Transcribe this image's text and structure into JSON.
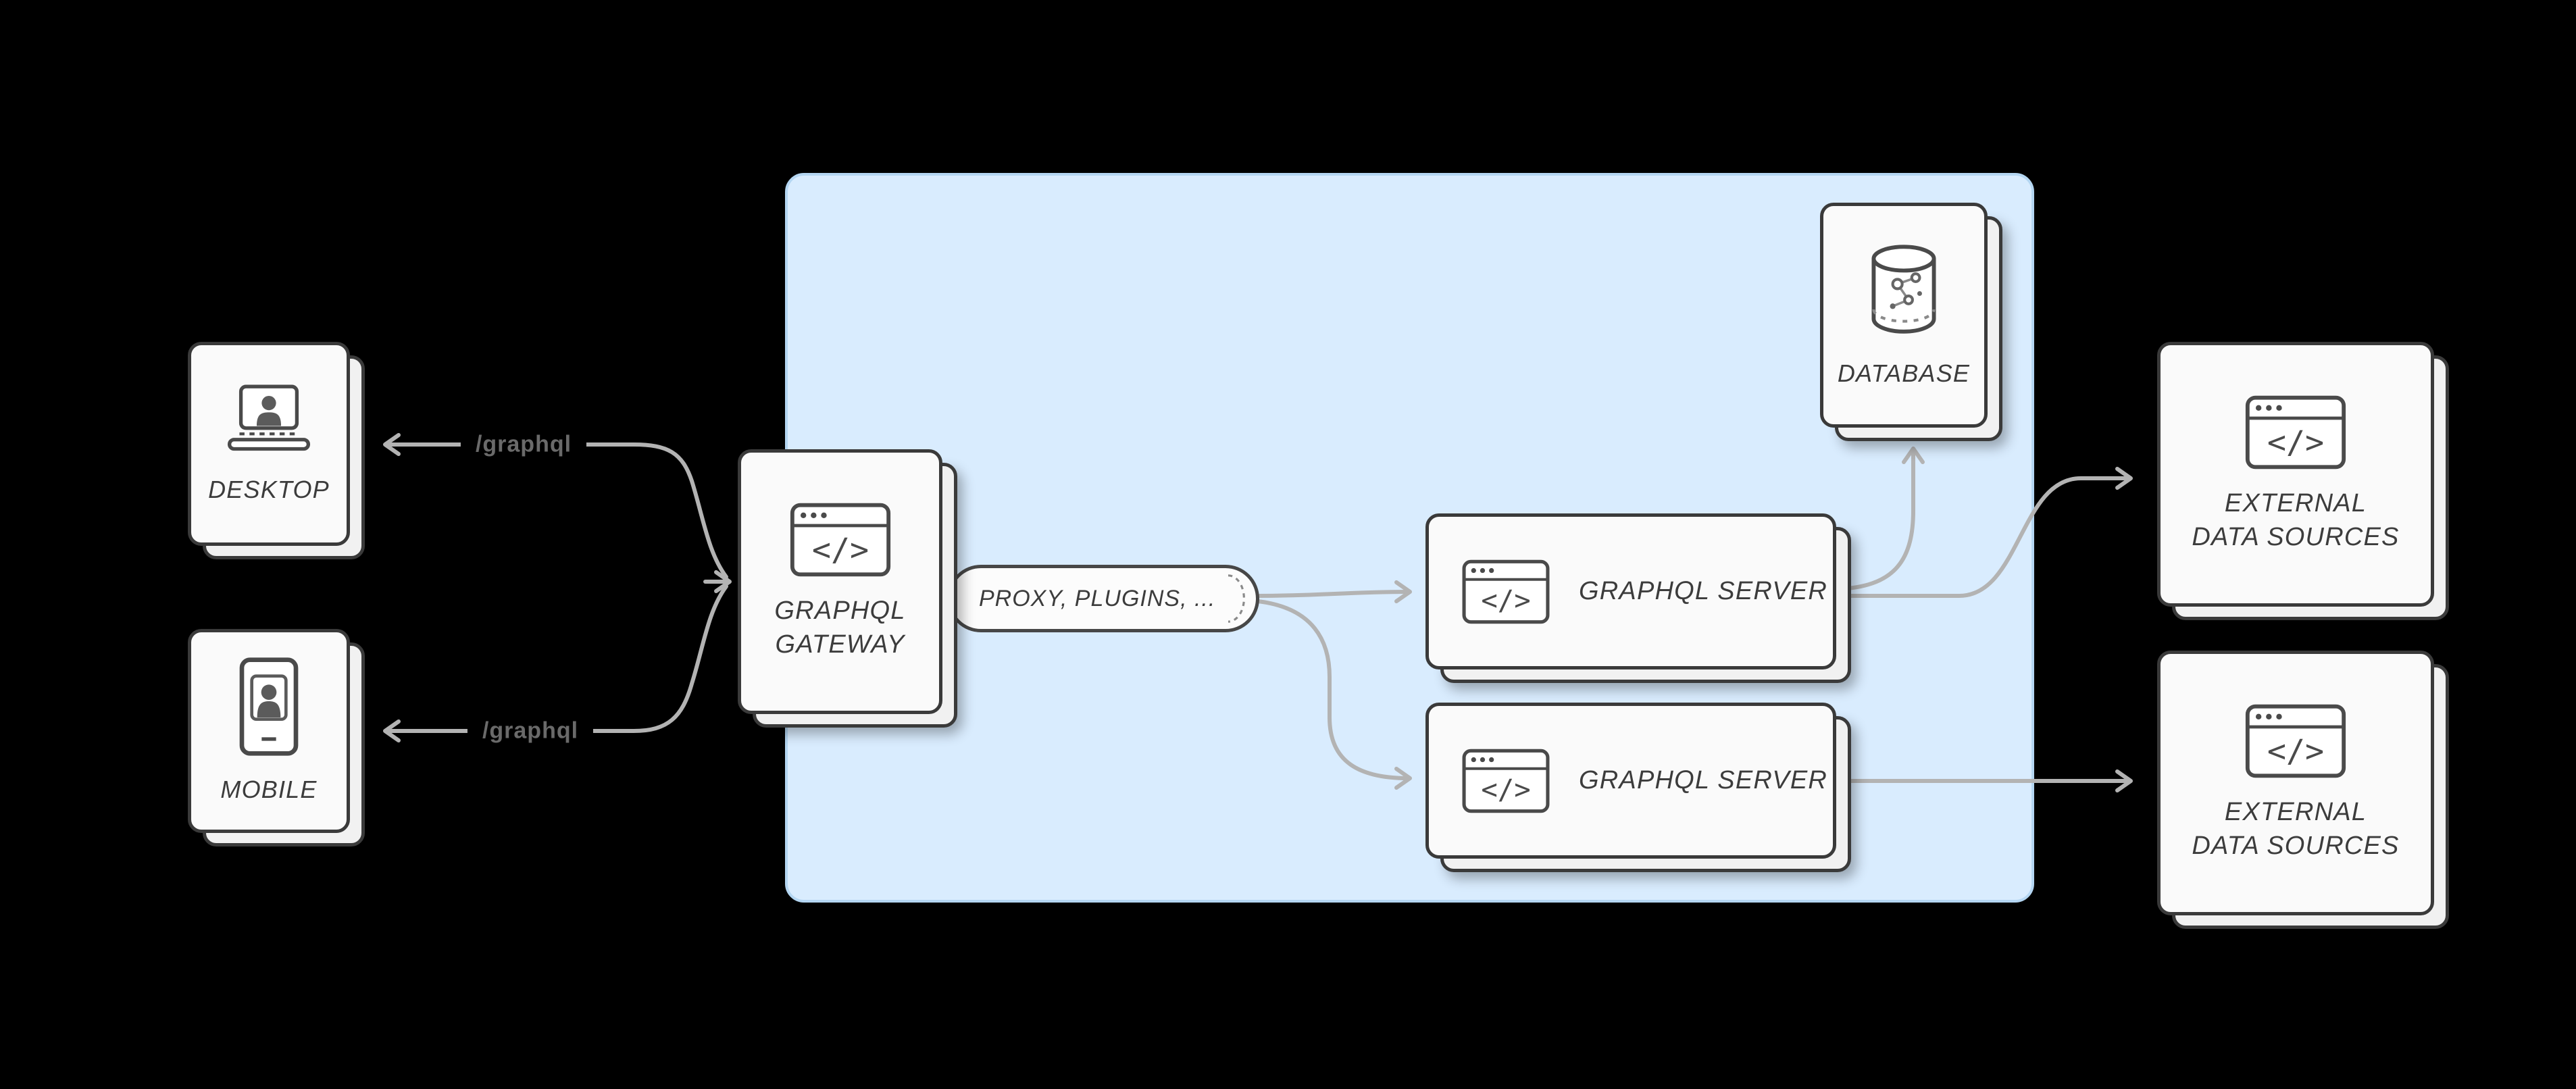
{
  "diagram": {
    "clients": {
      "desktop": {
        "label": "DESKTOP",
        "route": "/graphql"
      },
      "mobile": {
        "label": "MOBILE",
        "route": "/graphql"
      }
    },
    "gateway": {
      "line1": "GRAPHQL",
      "line2": "GATEWAY"
    },
    "pipeline": {
      "label": "PROXY, PLUGINS, ..."
    },
    "servers": [
      {
        "label": "GRAPHQL SERVER"
      },
      {
        "label": "GRAPHQL SERVER"
      }
    ],
    "database": {
      "label": "DATABASE"
    },
    "externals": [
      {
        "line1": "EXTERNAL",
        "line2": "DATA SOURCES"
      },
      {
        "line1": "EXTERNAL",
        "line2": "DATA SOURCES"
      }
    ],
    "colors": {
      "background": "#000000",
      "panel_fill": "#d9ecfe",
      "panel_border": "#b4d6f2",
      "card_fill": "#fafafa",
      "card_border": "#3a3a3a",
      "arrow": "#b3b3b3",
      "label_text": "#3c3c3c",
      "route_text": "#6a6a6a"
    },
    "icons": {
      "desktop": "laptop-user-icon",
      "mobile": "smartphone-user-icon",
      "gateway": "code-window-icon",
      "server": "code-window-icon",
      "database": "database-graph-icon",
      "external": "code-window-icon"
    }
  }
}
